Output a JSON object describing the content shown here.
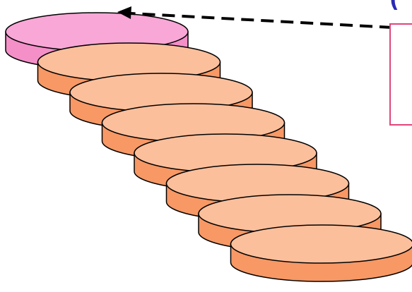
{
  "diagram": {
    "description_visible_text": "(",
    "colors": {
      "top_disk_fill": "#f9a7d6",
      "top_disk_side": "#f48fc8",
      "disk_fill": "#fbbf9c",
      "disk_side": "#f79865",
      "outline": "#000000",
      "callout_border": "#e0457a",
      "glyph_color": "#2a2ab5"
    },
    "disks": [
      {
        "name": "disk-1",
        "highlight": true
      },
      {
        "name": "disk-2",
        "highlight": false
      },
      {
        "name": "disk-3",
        "highlight": false
      },
      {
        "name": "disk-4",
        "highlight": false
      },
      {
        "name": "disk-5",
        "highlight": false
      },
      {
        "name": "disk-6",
        "highlight": false
      },
      {
        "name": "disk-7",
        "highlight": false
      },
      {
        "name": "disk-8",
        "highlight": false
      }
    ],
    "arrow": {
      "style": "dashed",
      "direction": "left"
    }
  }
}
